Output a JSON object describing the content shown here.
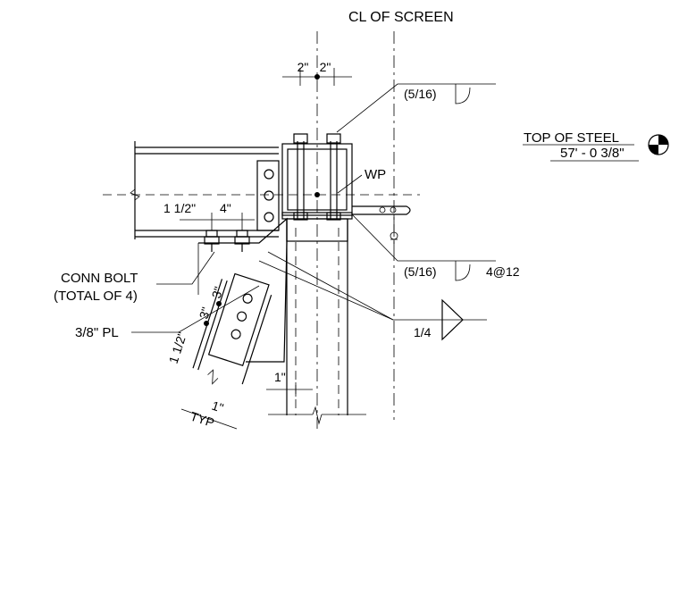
{
  "labels": {
    "cl_of_screen": "CL OF SCREEN",
    "dim_2_left": "2\"",
    "dim_2_right": "2\"",
    "weld_5_16_top": "(5/16)",
    "top_of_steel": "TOP OF STEEL",
    "top_of_steel_elev": "57' - 0 3/8\"",
    "wp": "WP",
    "dim_1_1_2": "1 1/2\"",
    "dim_4": "4\"",
    "conn_bolt": "CONN BOLT",
    "total_of_4": "(TOTAL OF 4)",
    "weld_5_16_bottom": "(5/16)",
    "spacing_4_at_12": "4@12",
    "plate_3_8": "3/8\" PL",
    "dim_3_a": "3\"",
    "dim_3_b": "3\"",
    "dim_1_1_2_b": "1 1/2\"",
    "weld_1_4": "1/4",
    "dim_1_col": "1\"",
    "dim_1_brace": "1\"",
    "typ": "TYP"
  }
}
